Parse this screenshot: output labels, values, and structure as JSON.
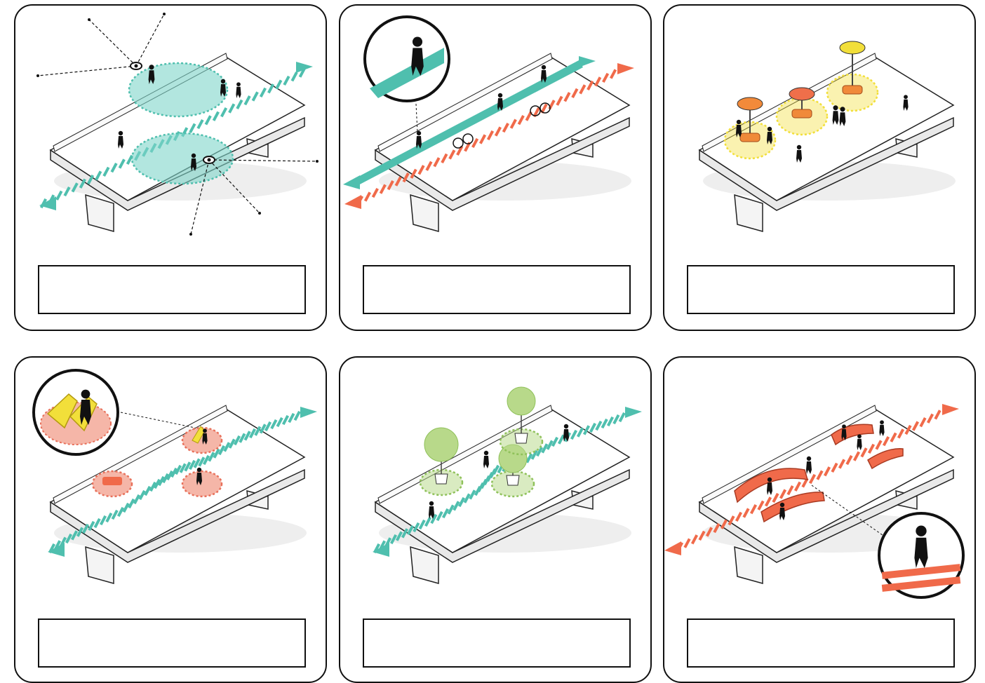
{
  "colors": {
    "teal": "#4fbfae",
    "teal_zone": "#7fd6c9",
    "coral": "#f06a4a",
    "yellow": "#f2df3a",
    "orange": "#f08a3a",
    "green": "#8fc15a",
    "green_light": "#b8d98a",
    "pink": "#f5b6a8",
    "bridge_top": "#ffffff",
    "bridge_side": "#e9e9e9",
    "outline": "#222222"
  },
  "panels": [
    {
      "id": "visibility",
      "caption": "",
      "icons": [
        "eye-icon",
        "pedestrian-icon"
      ]
    },
    {
      "id": "circulation",
      "caption": "",
      "icons": [
        "pedestrian-icon",
        "bicycle-icon"
      ]
    },
    {
      "id": "gathering",
      "caption": "",
      "icons": [
        "canopy-icon",
        "pedestrian-icon"
      ]
    },
    {
      "id": "seating",
      "caption": "",
      "icons": [
        "lounge-chair-icon",
        "pedestrian-icon"
      ]
    },
    {
      "id": "planting",
      "caption": "",
      "icons": [
        "tree-icon",
        "pedestrian-icon"
      ]
    },
    {
      "id": "performance",
      "caption": "",
      "icons": [
        "stage-icon",
        "dancer-icon"
      ]
    }
  ]
}
